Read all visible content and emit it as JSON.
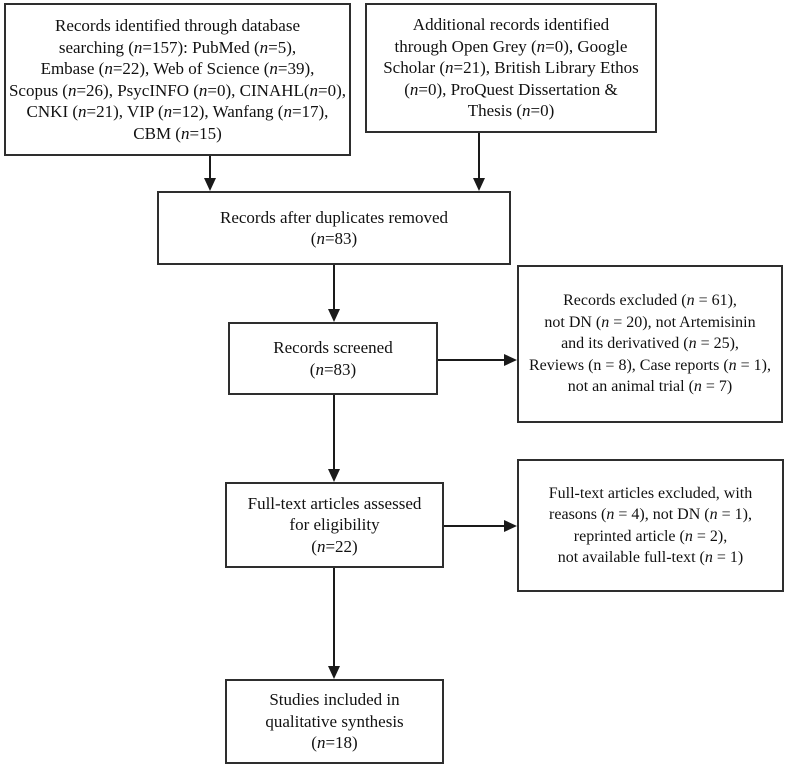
{
  "figure": {
    "type": "prisma-flow-diagram",
    "colors": {
      "background": "#ffffff",
      "box_border": "#2e2e2e",
      "text": "#111111",
      "arrow": "#1a1a1a"
    },
    "boxes": {
      "db_search": {
        "lines": [
          "Records identified through database",
          "searching (*n*=157): PubMed (*n*=5),",
          "Embase (*n*=22), Web of Science (*n*=39),",
          "Scopus (*n*=26), PsycINFO (*n*=0), CINAHL(*n*=0),",
          "CNKI (*n*=21), VIP (*n*=12), Wanfang (*n*=17),",
          "CBM (*n*=15)"
        ]
      },
      "additional_records": {
        "lines": [
          "Additional records identified",
          "through Open Grey (*n*=0), Google",
          "Scholar (*n*=21), British Library Ethos",
          "(*n*=0), ProQuest Dissertation &",
          "Thesis (*n*=0)"
        ]
      },
      "duplicates_removed": {
        "lines": [
          "Records after duplicates removed",
          "(*n*=83)"
        ]
      },
      "records_screened": {
        "lines": [
          "Records screened",
          "(*n*=83)"
        ]
      },
      "records_excluded": {
        "lines": [
          "Records excluded (*n* = 61),",
          "not DN (*n* = 20), not Artemisinin",
          "and its derivatived (*n* = 25),",
          "Reviews (n = 8), Case reports (*n* = 1),",
          "not an animal trial (*n* = 7)"
        ]
      },
      "fulltext_assessed": {
        "lines": [
          "Full-text articles assessed",
          "for eligibility",
          "(*n*=22)"
        ]
      },
      "fulltext_excluded": {
        "lines": [
          "Full-text articles excluded, with",
          "reasons (*n* = 4), not DN (*n* = 1),",
          "reprinted article (*n* = 2),",
          "not available full-text (*n* = 1)"
        ]
      },
      "studies_included": {
        "lines": [
          "Studies included in",
          "qualitative synthesis",
          "(*n*=18)"
        ]
      }
    }
  }
}
